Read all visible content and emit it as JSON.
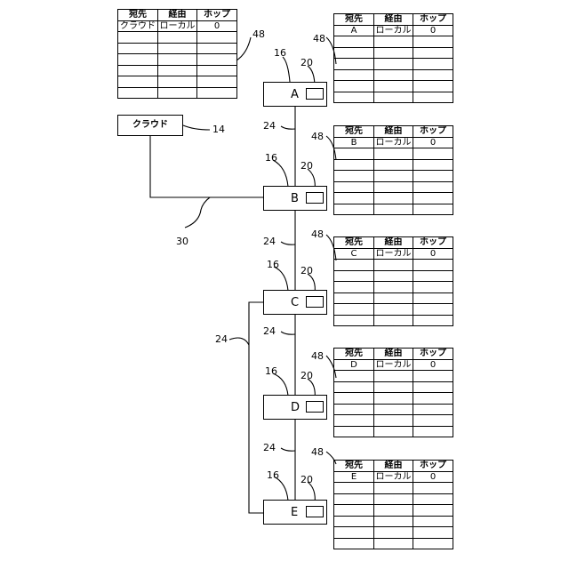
{
  "cloud": {
    "label": "クラウド"
  },
  "table_header": [
    "宛先",
    "経由",
    "ホップ"
  ],
  "cloud_table": {
    "row": [
      "クラウド",
      "ローカル",
      "0"
    ]
  },
  "nodes": [
    {
      "label": "A",
      "row": [
        "A",
        "ローカル",
        "0"
      ]
    },
    {
      "label": "B",
      "row": [
        "B",
        "ローカル",
        "0"
      ]
    },
    {
      "label": "C",
      "row": [
        "C",
        "ローカル",
        "0"
      ]
    },
    {
      "label": "D",
      "row": [
        "D",
        "ローカル",
        "0"
      ]
    },
    {
      "label": "E",
      "row": [
        "E",
        "ローカル",
        "0"
      ]
    }
  ],
  "refs": {
    "router": "16",
    "port": "20",
    "table": "48",
    "link": "24",
    "cloud": "14",
    "uplink": "30"
  }
}
